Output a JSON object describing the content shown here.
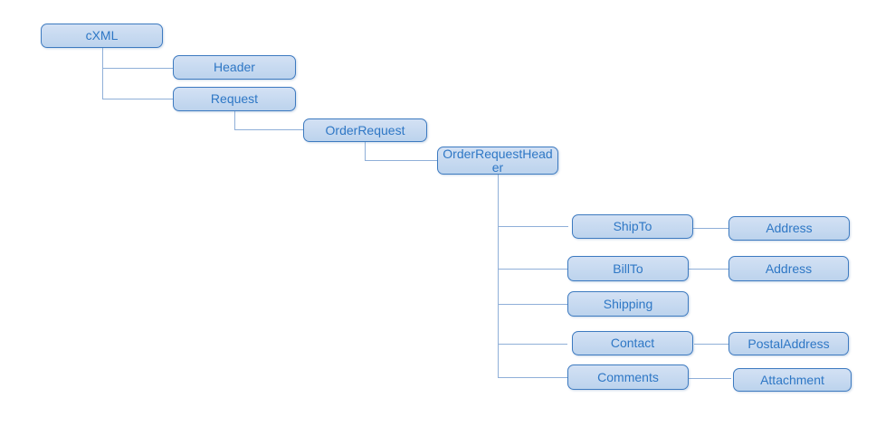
{
  "theme": {
    "node-fill-top": "#d3e1f4",
    "node-fill-bottom": "#bcd3ed",
    "node-border": "#3d7ac0",
    "node-text": "#2e77c5",
    "connector": "#8fafd8",
    "canvas-bg": "#ffffff"
  },
  "diagram": {
    "type": "tree",
    "nodes": [
      {
        "id": "cxml",
        "label": "cXML",
        "multiple": false,
        "parent": null
      },
      {
        "id": "header",
        "label": "Header",
        "multiple": false,
        "parent": "cxml"
      },
      {
        "id": "request",
        "label": "Request",
        "multiple": false,
        "parent": "cxml"
      },
      {
        "id": "order-request",
        "label": "OrderRequest",
        "multiple": false,
        "parent": "request"
      },
      {
        "id": "order-request-header",
        "label": "OrderRequestHeader",
        "multiple": false,
        "parent": "order-request"
      },
      {
        "id": "ship-to",
        "label": "ShipTo",
        "multiple": true,
        "parent": "order-request-header"
      },
      {
        "id": "ship-to-address",
        "label": "Address",
        "multiple": false,
        "parent": "ship-to"
      },
      {
        "id": "bill-to",
        "label": "BillTo",
        "multiple": false,
        "parent": "order-request-header"
      },
      {
        "id": "bill-to-address",
        "label": "Address",
        "multiple": false,
        "parent": "bill-to"
      },
      {
        "id": "shipping",
        "label": "Shipping",
        "multiple": false,
        "parent": "order-request-header"
      },
      {
        "id": "contact",
        "label": "Contact",
        "multiple": true,
        "parent": "order-request-header"
      },
      {
        "id": "postal-address",
        "label": "PostalAddress",
        "multiple": false,
        "parent": "contact"
      },
      {
        "id": "comments",
        "label": "Comments",
        "multiple": false,
        "parent": "order-request-header"
      },
      {
        "id": "attachment",
        "label": "Attachment",
        "multiple": true,
        "parent": "comments"
      }
    ]
  }
}
